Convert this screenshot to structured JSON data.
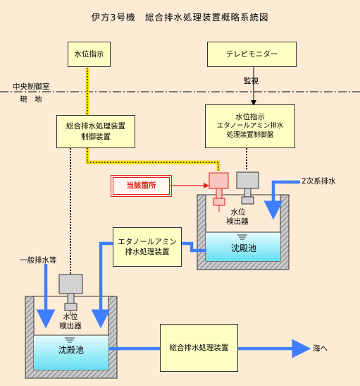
{
  "title": "伊方3号機　総合排水処理装置概略系統図",
  "zones": {
    "control_room": "中央制御室",
    "field": "現　地"
  },
  "boxes": {
    "level_indicator_top": "水位指示",
    "tv_monitor": "テレビモニター",
    "control_unit_line1": "総合排水処理装置",
    "control_unit_line2": "制御装置",
    "level_indicator_panel_line1": "水位指示",
    "level_indicator_panel_line2": "エタノールアミン排水",
    "level_indicator_panel_line3": "処理装置制御盤",
    "ethanolamine_line1": "エタノールアミン",
    "ethanolamine_line2": "排水処理装置",
    "total_treatment": "総合排水処理装置"
  },
  "labels": {
    "monitoring": "監視",
    "affected_part": "当該箇所",
    "secondary_drain": "2次系排水",
    "general_drain": "一般排水等",
    "detector_right_line1": "水位",
    "detector_right_line2": "検出器",
    "detector_left_line1": "水位",
    "detector_left_line2": "検出器",
    "settling_right": "沈殿池",
    "settling_left": "沈殿池",
    "to_sea": "海へ"
  },
  "colors": {
    "background": "#fdebd6",
    "box_fill": "#ffffc4",
    "signal_line_yellow": "#f5e000",
    "flow_arrow": "#3f7fff",
    "highlight_red": "#e0201a",
    "water": "#b8f2f8"
  }
}
